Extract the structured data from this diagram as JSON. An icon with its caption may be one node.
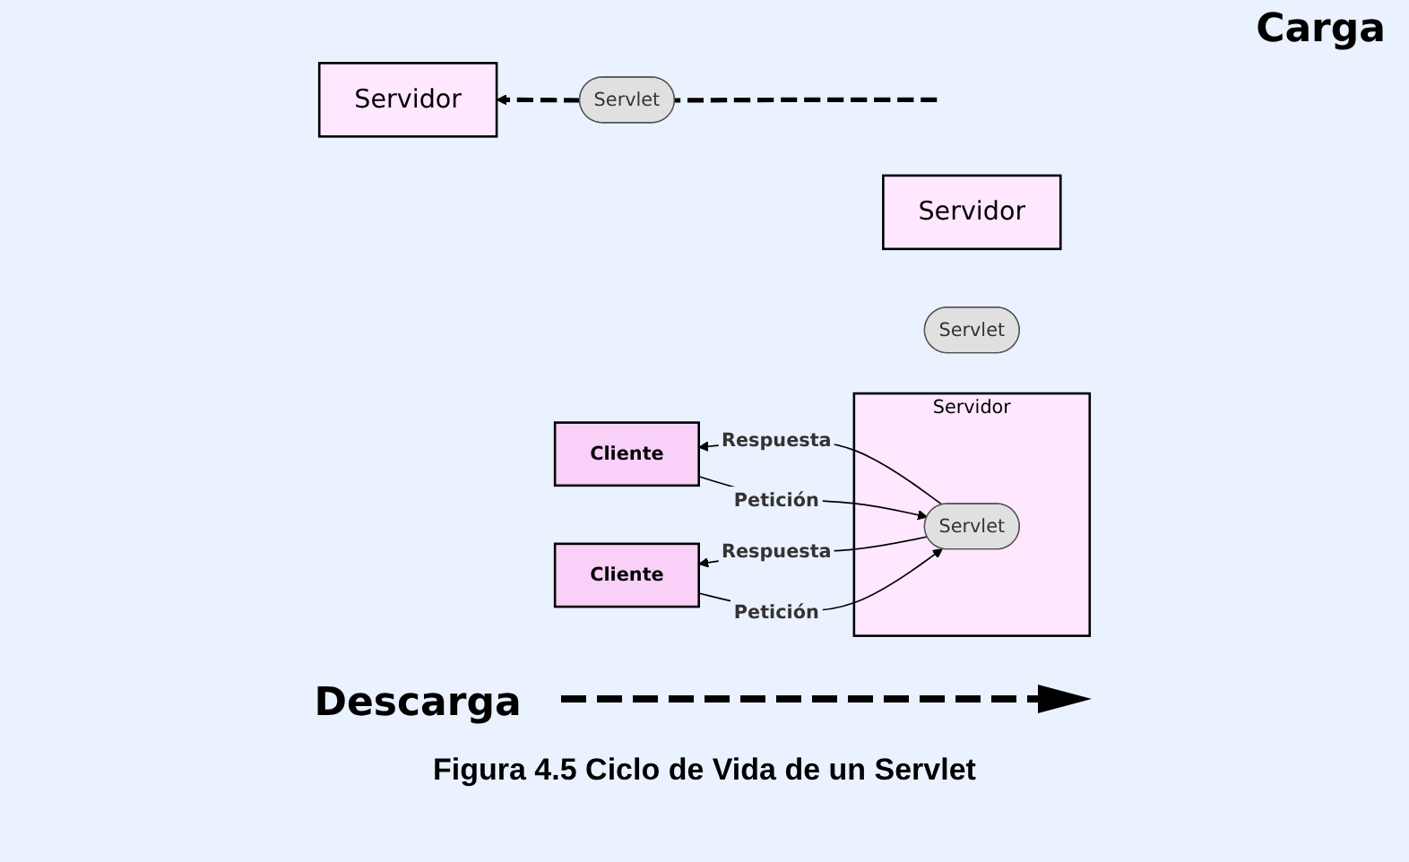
{
  "diagram": {
    "caption": "Figura 4.5 Ciclo de Vida de un Servlet",
    "nodes": [
      {
        "text": [
          "Servidor"
        ]
      },
      {
        "text": [
          "Servlet"
        ]
      },
      {
        "text": [
          "Servidor"
        ]
      },
      {
        "text": [
          "Servlet"
        ],
        "in": 2
      },
      {
        "text": [
          "Cliente"
        ]
      },
      {
        "text": [
          "Cliente"
        ]
      },
      {
        "text": [
          "Servidor"
        ]
      },
      {
        "text": [
          "Servlet"
        ]
      }
    ],
    "edges": [
      {
        "from": null,
        "to": 1,
        "arrow": "none",
        "style": "dashed"
      },
      {
        "from": 1,
        "to": 0,
        "arrow": "to",
        "style": "dashed"
      },
      {
        "from": 4,
        "to": 3,
        "label": "Petición",
        "arrow": "to"
      },
      {
        "from": 3,
        "to": 4,
        "label": "Respuesta",
        "arrow": "to"
      },
      {
        "from": 5,
        "to": 3,
        "label": "Petición",
        "arrow": "to"
      },
      {
        "from": 3,
        "to": 5,
        "label": "Respuesta",
        "arrow": "to"
      }
    ],
    "labels": [
      "Carga",
      "Descarga"
    ]
  }
}
